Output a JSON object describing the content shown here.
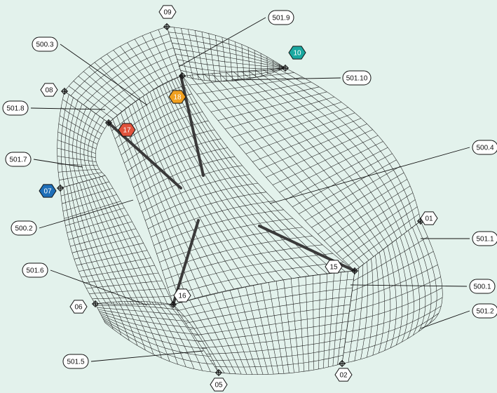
{
  "diagram": {
    "background_color": "#e3f2ec",
    "mesh_color": "#1a1a1a",
    "line_color": "#111111",
    "node_labels": [
      {
        "id": "01",
        "style": "plain"
      },
      {
        "id": "02",
        "style": "plain"
      },
      {
        "id": "05",
        "style": "plain"
      },
      {
        "id": "06",
        "style": "plain"
      },
      {
        "id": "07",
        "style": "blue"
      },
      {
        "id": "08",
        "style": "plain"
      },
      {
        "id": "09",
        "style": "plain"
      },
      {
        "id": "10",
        "style": "teal"
      },
      {
        "id": "15",
        "style": "plain"
      },
      {
        "id": "16",
        "style": "plain"
      },
      {
        "id": "17",
        "style": "red"
      },
      {
        "id": "18",
        "style": "orange"
      }
    ],
    "callouts": [
      "500.1",
      "500.2",
      "500.3",
      "500.4",
      "501.1",
      "501.2",
      "501.5",
      "501.6",
      "501.7",
      "501.8",
      "501.9",
      "501.10"
    ],
    "hex_colors": {
      "plain": "#ffffff",
      "blue": "#1f6fb8",
      "teal": "#1aa8a0",
      "red": "#e0533c",
      "orange": "#f0a020"
    }
  }
}
